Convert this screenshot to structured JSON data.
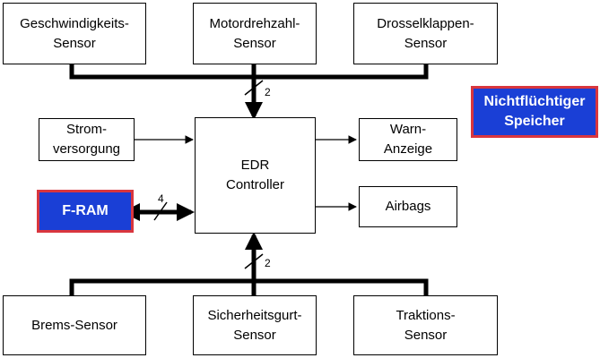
{
  "sensors_top": [
    {
      "id": "speed",
      "label": "Geschwindigkeits-\nSensor"
    },
    {
      "id": "rpm",
      "label": "Motordrehzahl-\nSensor"
    },
    {
      "id": "throttle",
      "label": "Drosselklappen-\nSensor"
    }
  ],
  "sensors_bottom": [
    {
      "id": "brake",
      "label": "Brems-Sensor"
    },
    {
      "id": "seatbelt",
      "label": "Sicherheitsgurt-\nSensor"
    },
    {
      "id": "traction",
      "label": "Traktions-\nSensor"
    }
  ],
  "controller": {
    "label": "EDR\nController"
  },
  "power": {
    "label": "Strom-\nversorgung"
  },
  "warning": {
    "label": "Warn-\nAnzeige"
  },
  "airbags": {
    "label": "Airbags"
  },
  "fram": {
    "label": "F-RAM"
  },
  "nvm": {
    "label": "Nichtflüchtiger\nSpeicher"
  },
  "bus_widths": {
    "top": "2",
    "bottom": "2",
    "fram": "4"
  },
  "colors": {
    "memory_fill": "#1a3fd6",
    "memory_border": "#d9363e"
  }
}
